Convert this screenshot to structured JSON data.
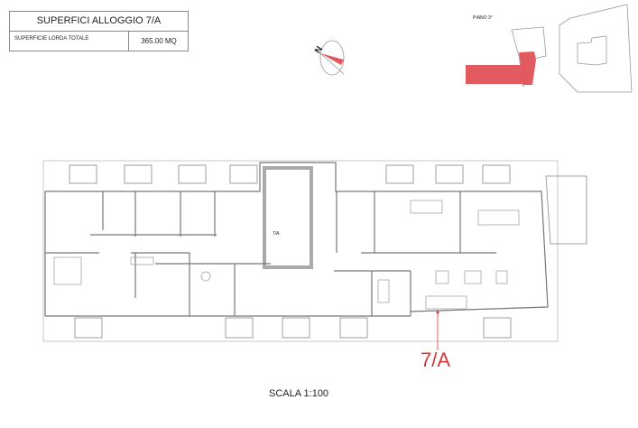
{
  "header": {
    "title": "SUPERFICI ALLOGGIO 7/A",
    "area_label": "SUPERFICIE LORDA TOTALE",
    "area_value": "365.00 MQ"
  },
  "compass": {
    "north_label": "N"
  },
  "site_plan": {
    "floor_label": "PIANO 3°"
  },
  "plan": {
    "stair_label": "7/A",
    "unit_label": "7/A",
    "scale": "SCALA 1:100"
  },
  "colors": {
    "highlight": "#e05a5f",
    "wall": "#777777"
  }
}
